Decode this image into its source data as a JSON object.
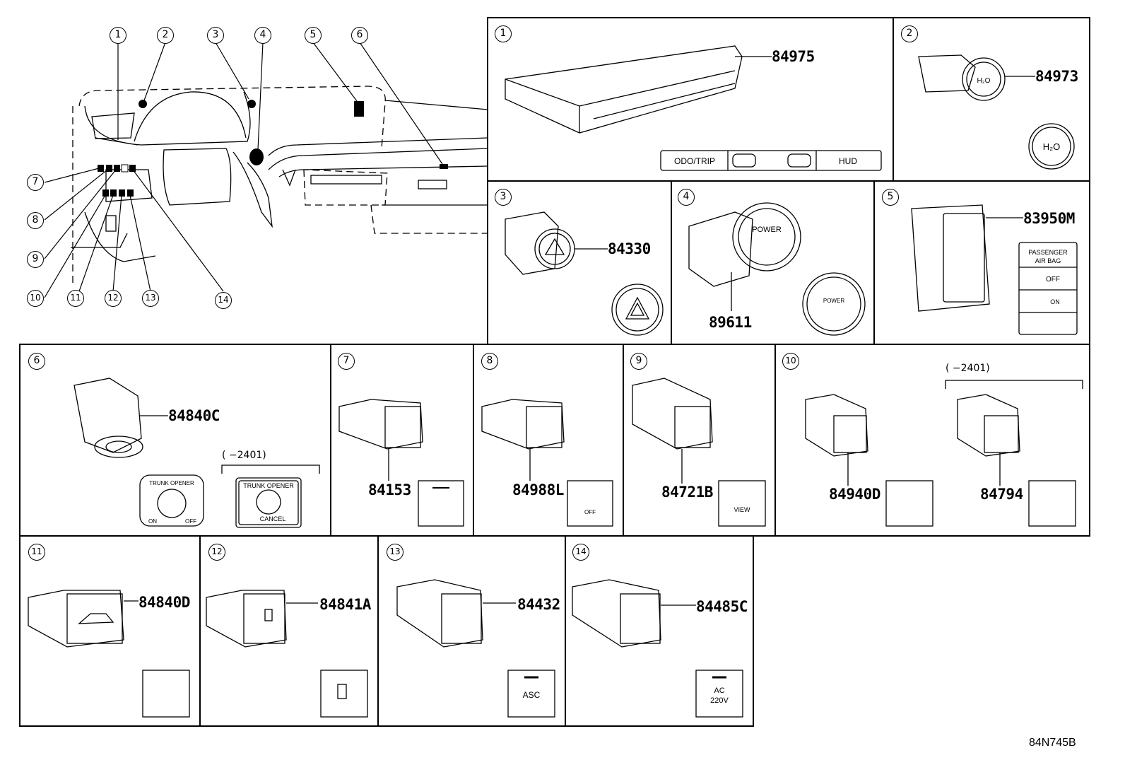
{
  "diagram_id": "84N745B",
  "overview": {
    "callouts": [
      "1",
      "2",
      "3",
      "4",
      "5",
      "6",
      "7",
      "8",
      "9",
      "10",
      "11",
      "12",
      "13",
      "14"
    ]
  },
  "panels": [
    {
      "num": "1",
      "part": "84975",
      "labels": [
        "ODO/TRIP",
        "HUD"
      ]
    },
    {
      "num": "2",
      "part": "84973",
      "labels": [
        "H₂O"
      ]
    },
    {
      "num": "3",
      "part": "84330",
      "labels": []
    },
    {
      "num": "4",
      "part": "89611",
      "labels": [
        "POWER"
      ]
    },
    {
      "num": "5",
      "part": "83950M",
      "labels": [
        "PASSENGER",
        "AIR BAG",
        "OFF",
        "ON"
      ]
    },
    {
      "num": "6",
      "part": "84840C",
      "labels": [
        "TRUNK OPENER",
        "ON",
        "OFF",
        "CANCEL"
      ],
      "note": "(　　−240 1)"
    },
    {
      "num": "7",
      "part": "84153",
      "labels": []
    },
    {
      "num": "8",
      "part": "84988L",
      "labels": [
        "OFF"
      ]
    },
    {
      "num": "9",
      "part": "84721B",
      "labels": [
        "VIEW"
      ]
    },
    {
      "num": "10",
      "part": "84940D",
      "part2": "84794",
      "note": "(　　−240 1)"
    },
    {
      "num": "11",
      "part": "84840D",
      "labels": []
    },
    {
      "num": "12",
      "part": "84841A",
      "labels": []
    },
    {
      "num": "13",
      "part": "84432",
      "labels": [
        "ASC"
      ]
    },
    {
      "num": "14",
      "part": "84485C",
      "labels": [
        "AC",
        "220V"
      ]
    }
  ],
  "note_text": "(      −2401)"
}
